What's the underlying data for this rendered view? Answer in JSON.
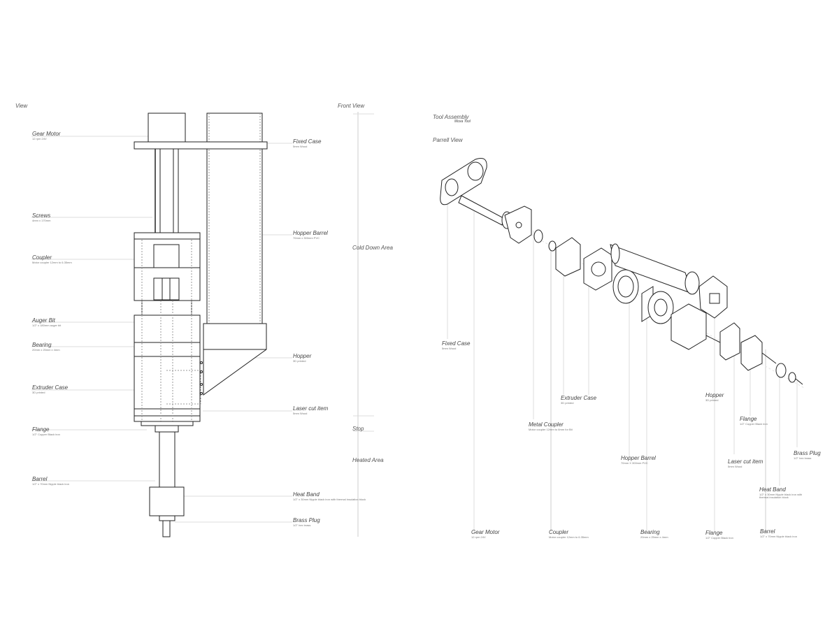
{
  "left_panel": {
    "title": "View",
    "section_title": "Front View",
    "labels": [
      {
        "title": "Gear Motor",
        "sub": "12 rpm 24V"
      },
      {
        "title": "Screws",
        "sub": "4mm x 170mm"
      },
      {
        "title": "Coupler",
        "sub": "Motor coupler 12mm to 6.35mm"
      },
      {
        "title": "Auger Bit",
        "sub": "1/2\" x 180mm auger bit"
      },
      {
        "title": "Bearing",
        "sub": "20mm x 25mm x 4mm"
      },
      {
        "title": "Extruder Case",
        "sub": "3D printed"
      },
      {
        "title": "Flange",
        "sub": "1/2\" Copper Black iron"
      },
      {
        "title": "Barrel",
        "sub": "1/2\" x 70mm Nipple black iron"
      }
    ],
    "right_labels": [
      {
        "title": "Fixed  Case",
        "sub": "5mm Wood"
      },
      {
        "title": "Hopper Barrel",
        "sub": "70mm x 300mm PVC"
      },
      {
        "title": "Hopper",
        "sub": "3D printed"
      },
      {
        "title": "Laser cut item",
        "sub": "5mm Wood"
      },
      {
        "title": "Heat Band",
        "sub": "1/2\" x 30mm Nipple black iron with thermal insulation block"
      },
      {
        "title": "Brass Plug",
        "sub": "1/2\" hex brass"
      }
    ],
    "zones": [
      "Cold Down Area",
      "Stop",
      "Heated Area"
    ]
  },
  "right_panel": {
    "title": "Tool Assembly",
    "subtitle": "Moxa Tool",
    "section_title": "Parrell View",
    "labels": [
      {
        "title": "Fixed  Case",
        "sub": "5mm Wood"
      },
      {
        "title": "Extruder Case",
        "sub": "3D printed"
      },
      {
        "title": "Metal Coupler",
        "sub": "Motor coupler 12mm to 6mm for Bit"
      },
      {
        "title": "Hopper",
        "sub": "3D printed"
      },
      {
        "title": "Flange",
        "sub": "1/2\" Copper Black iron"
      },
      {
        "title": "Brass Plug",
        "sub": "1/2\" hex brass"
      },
      {
        "title": "Hopper Barrel",
        "sub": "70mm X 300mm PVC"
      },
      {
        "title": "Laser cut item",
        "sub": "5mm Wood"
      },
      {
        "title": "Heat Band",
        "sub": "1/2\" x 30mm Nipple black iron with thermal insulation block"
      },
      {
        "title": "Gear Motor",
        "sub": "12 rpm 24V"
      },
      {
        "title": "Coupler",
        "sub": "Motor coupler 12mm to 6.35mm"
      },
      {
        "title": "Bearing",
        "sub": "20mm x 25mm x 4mm"
      },
      {
        "title": "Flange",
        "sub": "1/2\" Copper Black iron"
      },
      {
        "title": "Barrel",
        "sub": "1/2\" x 70mm Nipple black iron"
      }
    ]
  }
}
